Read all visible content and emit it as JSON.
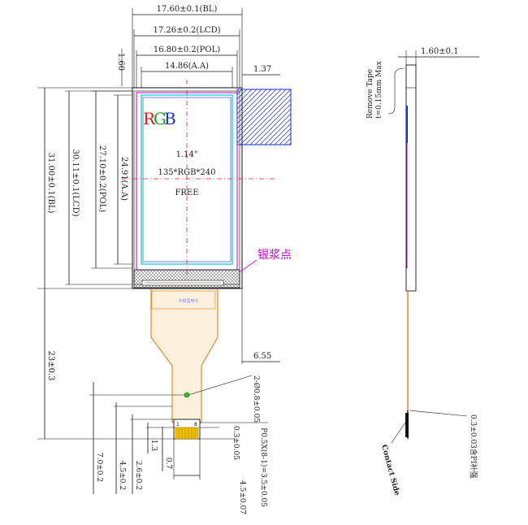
{
  "drawing": {
    "dims_top": {
      "bl": "17.60±0.1(BL)",
      "lcd": "17.26±0.2(LCD)",
      "pol": "16.80±0.2(POL)",
      "aa": "14.86(A.A)",
      "offset_left": "1.60",
      "offset_right": "1.37"
    },
    "dims_left": {
      "bl": "31.00±0.1(BL)",
      "lcd": "30.11±0.1(LCD)",
      "pol": "27.10±0.2(POL)",
      "aa": "24.91(A.A)",
      "fpc_total": "23±0.3"
    },
    "panel": {
      "rgb_r": "R",
      "rgb_g": "G",
      "rgb_b": "B",
      "size": "1.14\"",
      "resolution": "135*RGB*240",
      "mode": "FREE",
      "silver_paste": "银浆点",
      "fpc_marking": "中景园电子",
      "pin_first": "1",
      "pin_last": "8"
    },
    "dims_fpc": {
      "width_655": "6.55",
      "holes": "2-Ø0.8±0.05",
      "pitch": "P0.5X(8-1)=3.5±0.05",
      "pad_width": "0.3±0.05",
      "stiff": "4.5±0.07",
      "d70": "7.0±0.2",
      "d45": "4.5±0.2",
      "d26": "2.6±0.2",
      "d13": "1.3",
      "d07": "0.7"
    },
    "side": {
      "thickness": "1.60±0.1",
      "tape1": "Remove Tape",
      "tape2": "t=0.15mm Max",
      "fpc_thick": "0.3±0.03含PI补强",
      "contact": "Contact Side"
    }
  }
}
